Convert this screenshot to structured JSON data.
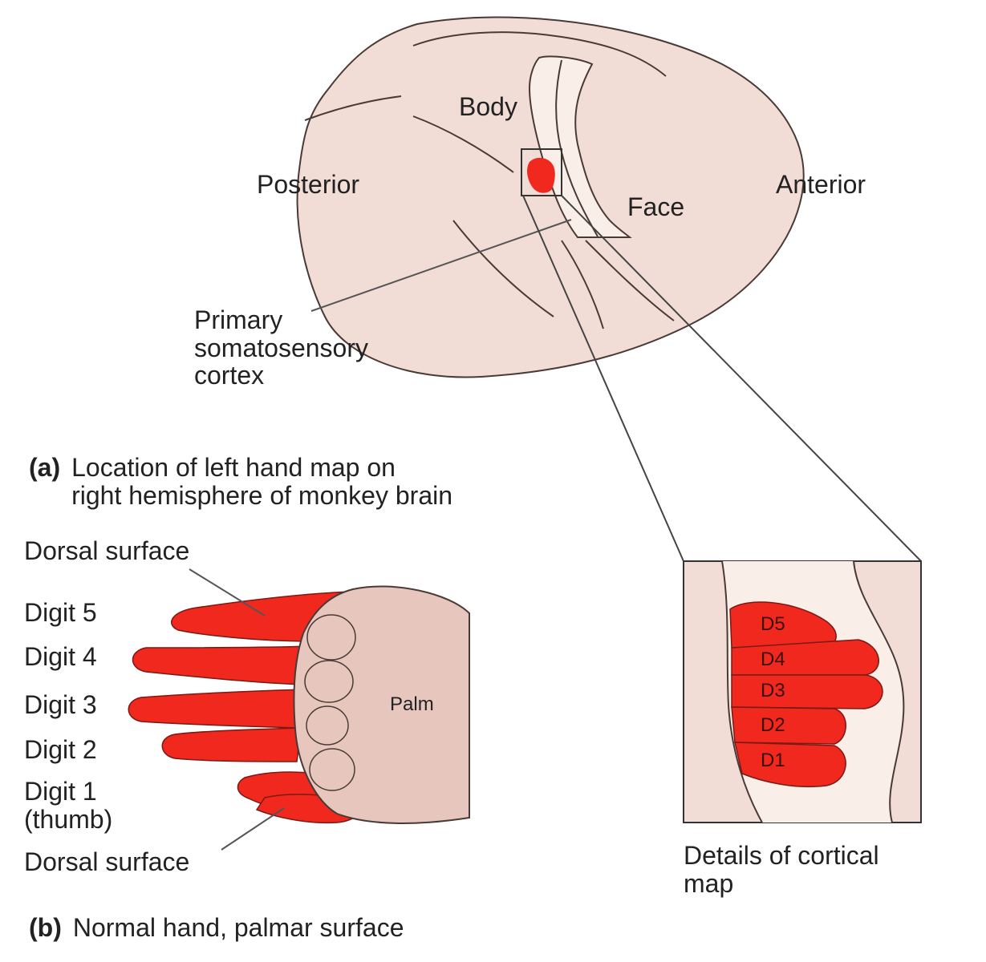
{
  "colors": {
    "brain_fill": "#f2ddd6",
    "cortex_strip_fill": "#faeee9",
    "hand_fill": "#e6c6bd",
    "map_red": "#f0281e",
    "outline": "#4a3a36"
  },
  "brain": {
    "labels": {
      "body": "Body",
      "face": "Face",
      "posterior": "Posterior",
      "anterior": "Anterior",
      "primary_cortex": "Primary\nsomatosensory\ncortex"
    },
    "caption": {
      "letter": "(a)",
      "text": "Location of left hand map on\nright hemisphere of monkey brain"
    }
  },
  "hand": {
    "labels": {
      "dorsal_top": "Dorsal surface",
      "digit5": "Digit 5",
      "digit4": "Digit 4",
      "digit3": "Digit 3",
      "digit2": "Digit 2",
      "digit1": "Digit 1\n(thumb)",
      "dorsal_bottom": "Dorsal surface",
      "palm": "Palm"
    },
    "caption": {
      "letter": "(b)",
      "text": "Normal hand, palmar surface"
    }
  },
  "cortical_map": {
    "digits": [
      "D5",
      "D4",
      "D3",
      "D2",
      "D1"
    ],
    "caption": "Details of cortical\nmap"
  }
}
